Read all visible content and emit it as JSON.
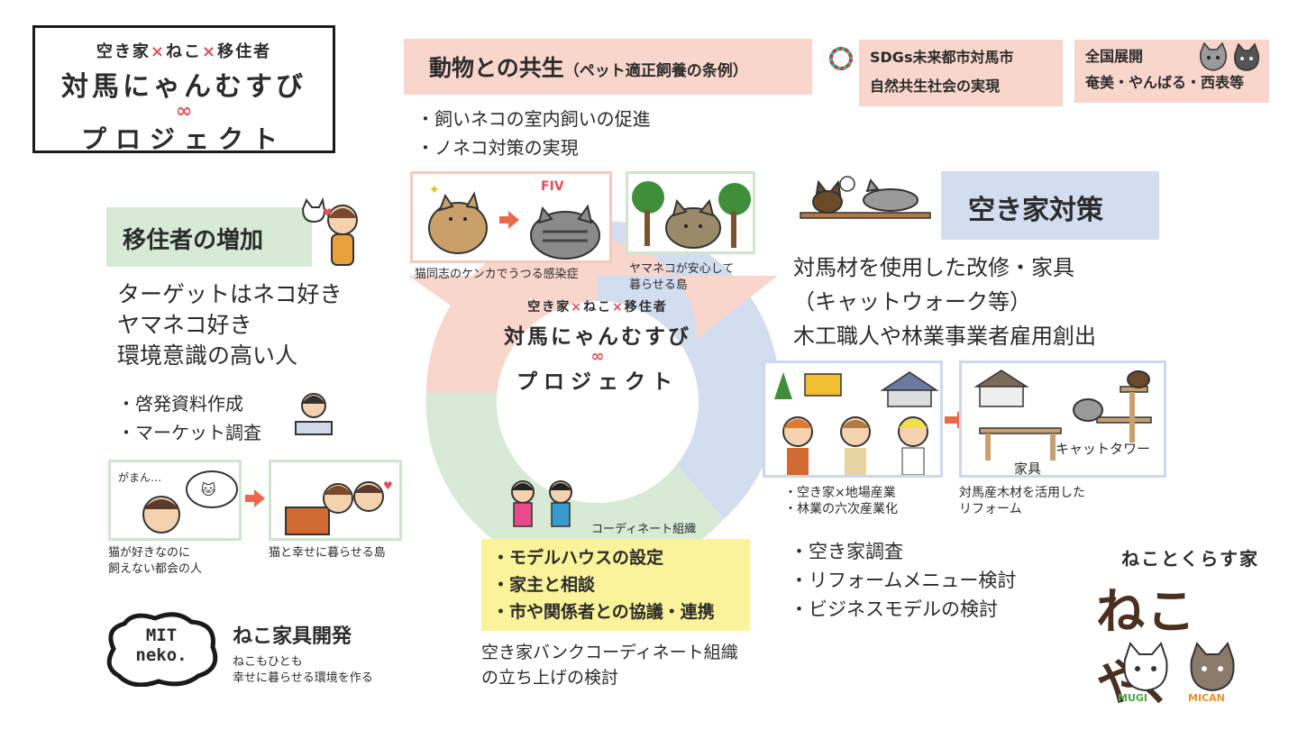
{
  "logo": {
    "line1_a": "空き家",
    "line1_x1": "×",
    "line1_b": "ねこ",
    "line1_x2": "×",
    "line1_c": "移住者",
    "line2": "対馬にゃんむすび",
    "infinity": "∞",
    "line3": "プロジェクト"
  },
  "animal": {
    "title": "動物との共生",
    "subtitle": "（ペット適正飼養の条例）",
    "bullets": [
      "・飼いネコの室内飼いの促進",
      "・ノネコ対策の実現"
    ],
    "card1_caption": "猫同志のケンカでうつる感染症",
    "card1_label": "FIV",
    "card2_caption_1": "ヤマネコが安心して",
    "card2_caption_2": "暮らせる島"
  },
  "sdgs": {
    "line1": "SDGs未来都市対馬市",
    "line2": "自然共生社会の実現"
  },
  "nation": {
    "line1": "全国展開",
    "line2": "奄美・やんばる・西表等"
  },
  "move": {
    "title": "移住者の増加",
    "targets": [
      "ターゲットはネコ好き",
      "ヤマネコ好き",
      "環境意識の高い人"
    ],
    "bullets": [
      "・啓発資料作成",
      "・マーケット調査"
    ],
    "card1_speech": "がまん…",
    "card1_caption_1": "猫が好きなのに",
    "card1_caption_2": "飼えない都会の人",
    "card2_caption": "猫と幸せに暮らせる島"
  },
  "akiya": {
    "title": "空き家対策",
    "lines": [
      "対馬材を使用した改修・家具",
      "（キャットウォーク等）",
      "木工職人や林業事業者雇用創出"
    ],
    "card1_caption_1": "・空き家×地場産業",
    "card1_caption_2": "・林業の六次産業化",
    "card2_label_tower": "キャットタワー",
    "card2_label_furniture": "家具",
    "card2_caption_1": "対馬産木材を活用した",
    "card2_caption_2": "リフォーム",
    "bullets": [
      "・空き家調査",
      "・リフォームメニュー検討",
      "・ビジネスモデルの検討"
    ]
  },
  "coord": {
    "label": "コーディネート組織",
    "items": [
      "・モデルハウスの設定",
      "・家主と相談",
      "・市や関係者との協議・連携"
    ],
    "note_1": "空き家バンクコーディネート組織",
    "note_2": "の立ち上げの検討"
  },
  "mit": {
    "logo_1": "MIT",
    "logo_2": "neko.",
    "title": "ねこ家具開発",
    "sub_1": "ねこもひとも",
    "sub_2": "幸せに暮らせる環境を作る"
  },
  "nekoya": {
    "tagline": "ねことくらす家",
    "logo": "ねこや、",
    "name_1": "MUGI",
    "name_2": "MICAN"
  },
  "colors": {
    "pink": "#f8d6cc",
    "green": "#d6ead6",
    "blue": "#d3ddf0",
    "yellow": "#fbf39a",
    "accent_red": "#e0505a",
    "arrow": "#e9694a"
  }
}
